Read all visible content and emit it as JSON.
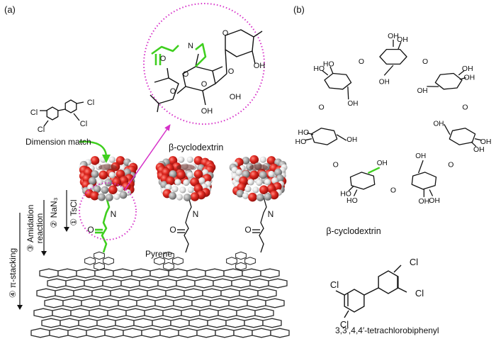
{
  "panels": {
    "a": "(a)",
    "b": "(b)"
  },
  "labels": {
    "dimension_match": "Dimension match",
    "beta_cd_top": "β-cyclodextrin",
    "pyrene": "Pyrene",
    "beta_cd_caption": "β-cyclodextrin",
    "pcb_caption": "3,3′,4,4′-tetrachlorobiphenyl"
  },
  "steps": {
    "s1": "① TsCl",
    "s2": "② NaN₃",
    "s3a": "③ Amidation",
    "s3b": "reaction",
    "s4": "④ π-stacking"
  },
  "atoms": {
    "O": "O",
    "OH": "OH",
    "HO": "HO",
    "N": "N",
    "Cl": "Cl"
  },
  "colors": {
    "linker_green": "#3fcf1f",
    "guide_magenta": "#d630c8",
    "oxygen_red": "#d8201c",
    "carbon_white": "#e2e2e2",
    "hydrogen_grey": "#b0b0b0"
  }
}
